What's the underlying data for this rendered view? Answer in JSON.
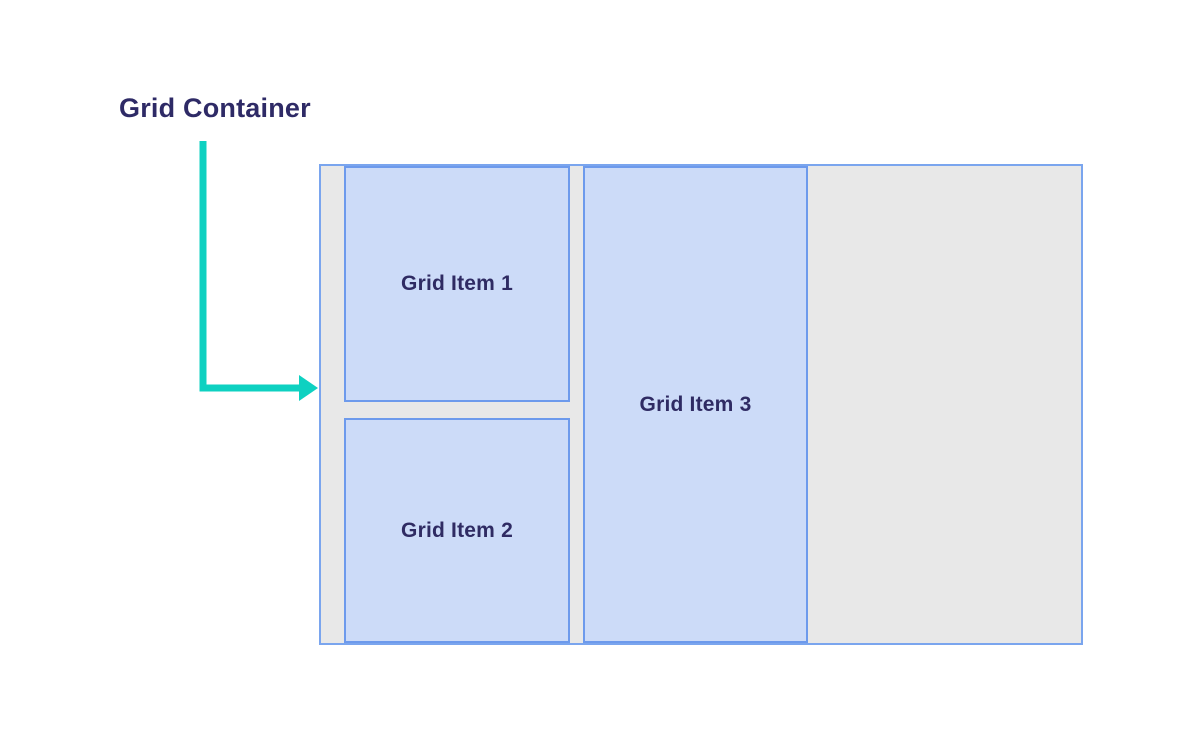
{
  "diagram": {
    "title": "Grid Container",
    "container": {
      "items": [
        {
          "label": "Grid Item 1"
        },
        {
          "label": "Grid Item 2"
        },
        {
          "label": "Grid Item 3"
        }
      ]
    },
    "colors": {
      "page_background": "#ffffff",
      "title_text": "#2e2a66",
      "arrow": "#0ed1c1",
      "container_background": "#e8e8e8",
      "container_border": "#7aa5ee",
      "item_background": "#ccdbf8",
      "item_border": "#6d9aec",
      "item_text": "#2f2b63"
    }
  }
}
